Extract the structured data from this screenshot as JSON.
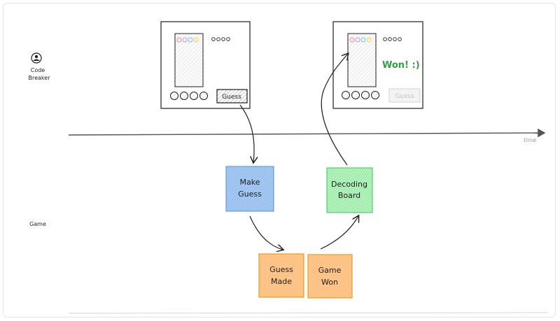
{
  "actors": {
    "code_breaker_line1": "Code",
    "code_breaker_line2": "Breaker",
    "game": "Game"
  },
  "timeline": {
    "label": "time"
  },
  "screens": {
    "first": {
      "button_label": "Guess"
    },
    "second": {
      "button_label": "Guess",
      "status": "Won! :)"
    }
  },
  "stickies": {
    "make_guess": {
      "line1": "Make",
      "line2": "Guess",
      "color": "#a5c8f0"
    },
    "decoding_board": {
      "line1": "Decoding",
      "line2": "Board",
      "color": "#b2f2bb"
    },
    "guess_made": {
      "line1": "Guess",
      "line2": "Made",
      "color": "#ffc78f"
    },
    "game_won": {
      "line1": "Game",
      "line2": "Won",
      "color": "#ffc78f"
    }
  },
  "colors": {
    "peg_red": "#ff8787",
    "peg_blue": "#74c0fc",
    "peg_purple": "#b197fc",
    "peg_yellow": "#ffd43b",
    "won_green": "#2f9e44"
  }
}
